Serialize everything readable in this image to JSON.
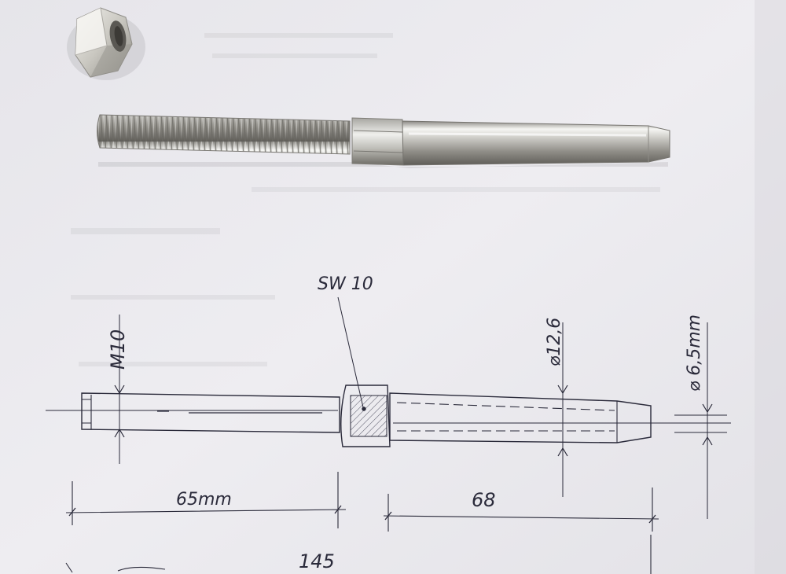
{
  "photo": {
    "objects": {
      "nut": "hex-nut",
      "terminal": "threaded-swage-terminal"
    }
  },
  "drawing": {
    "labels": {
      "thread": "M10",
      "wrench": "SW 10",
      "outer_diameter": "⌀12,6",
      "inner_diameter": "⌀ 6,5mm",
      "thread_length": "65mm",
      "sleeve_length": "68",
      "total_length": "145"
    }
  },
  "colors": {
    "paper": "#e9e8ec",
    "ink": "#2a2a3a",
    "steel_light": "#f4f4f2",
    "steel_mid": "#b9b9b4",
    "steel_dark": "#6f6d68"
  }
}
